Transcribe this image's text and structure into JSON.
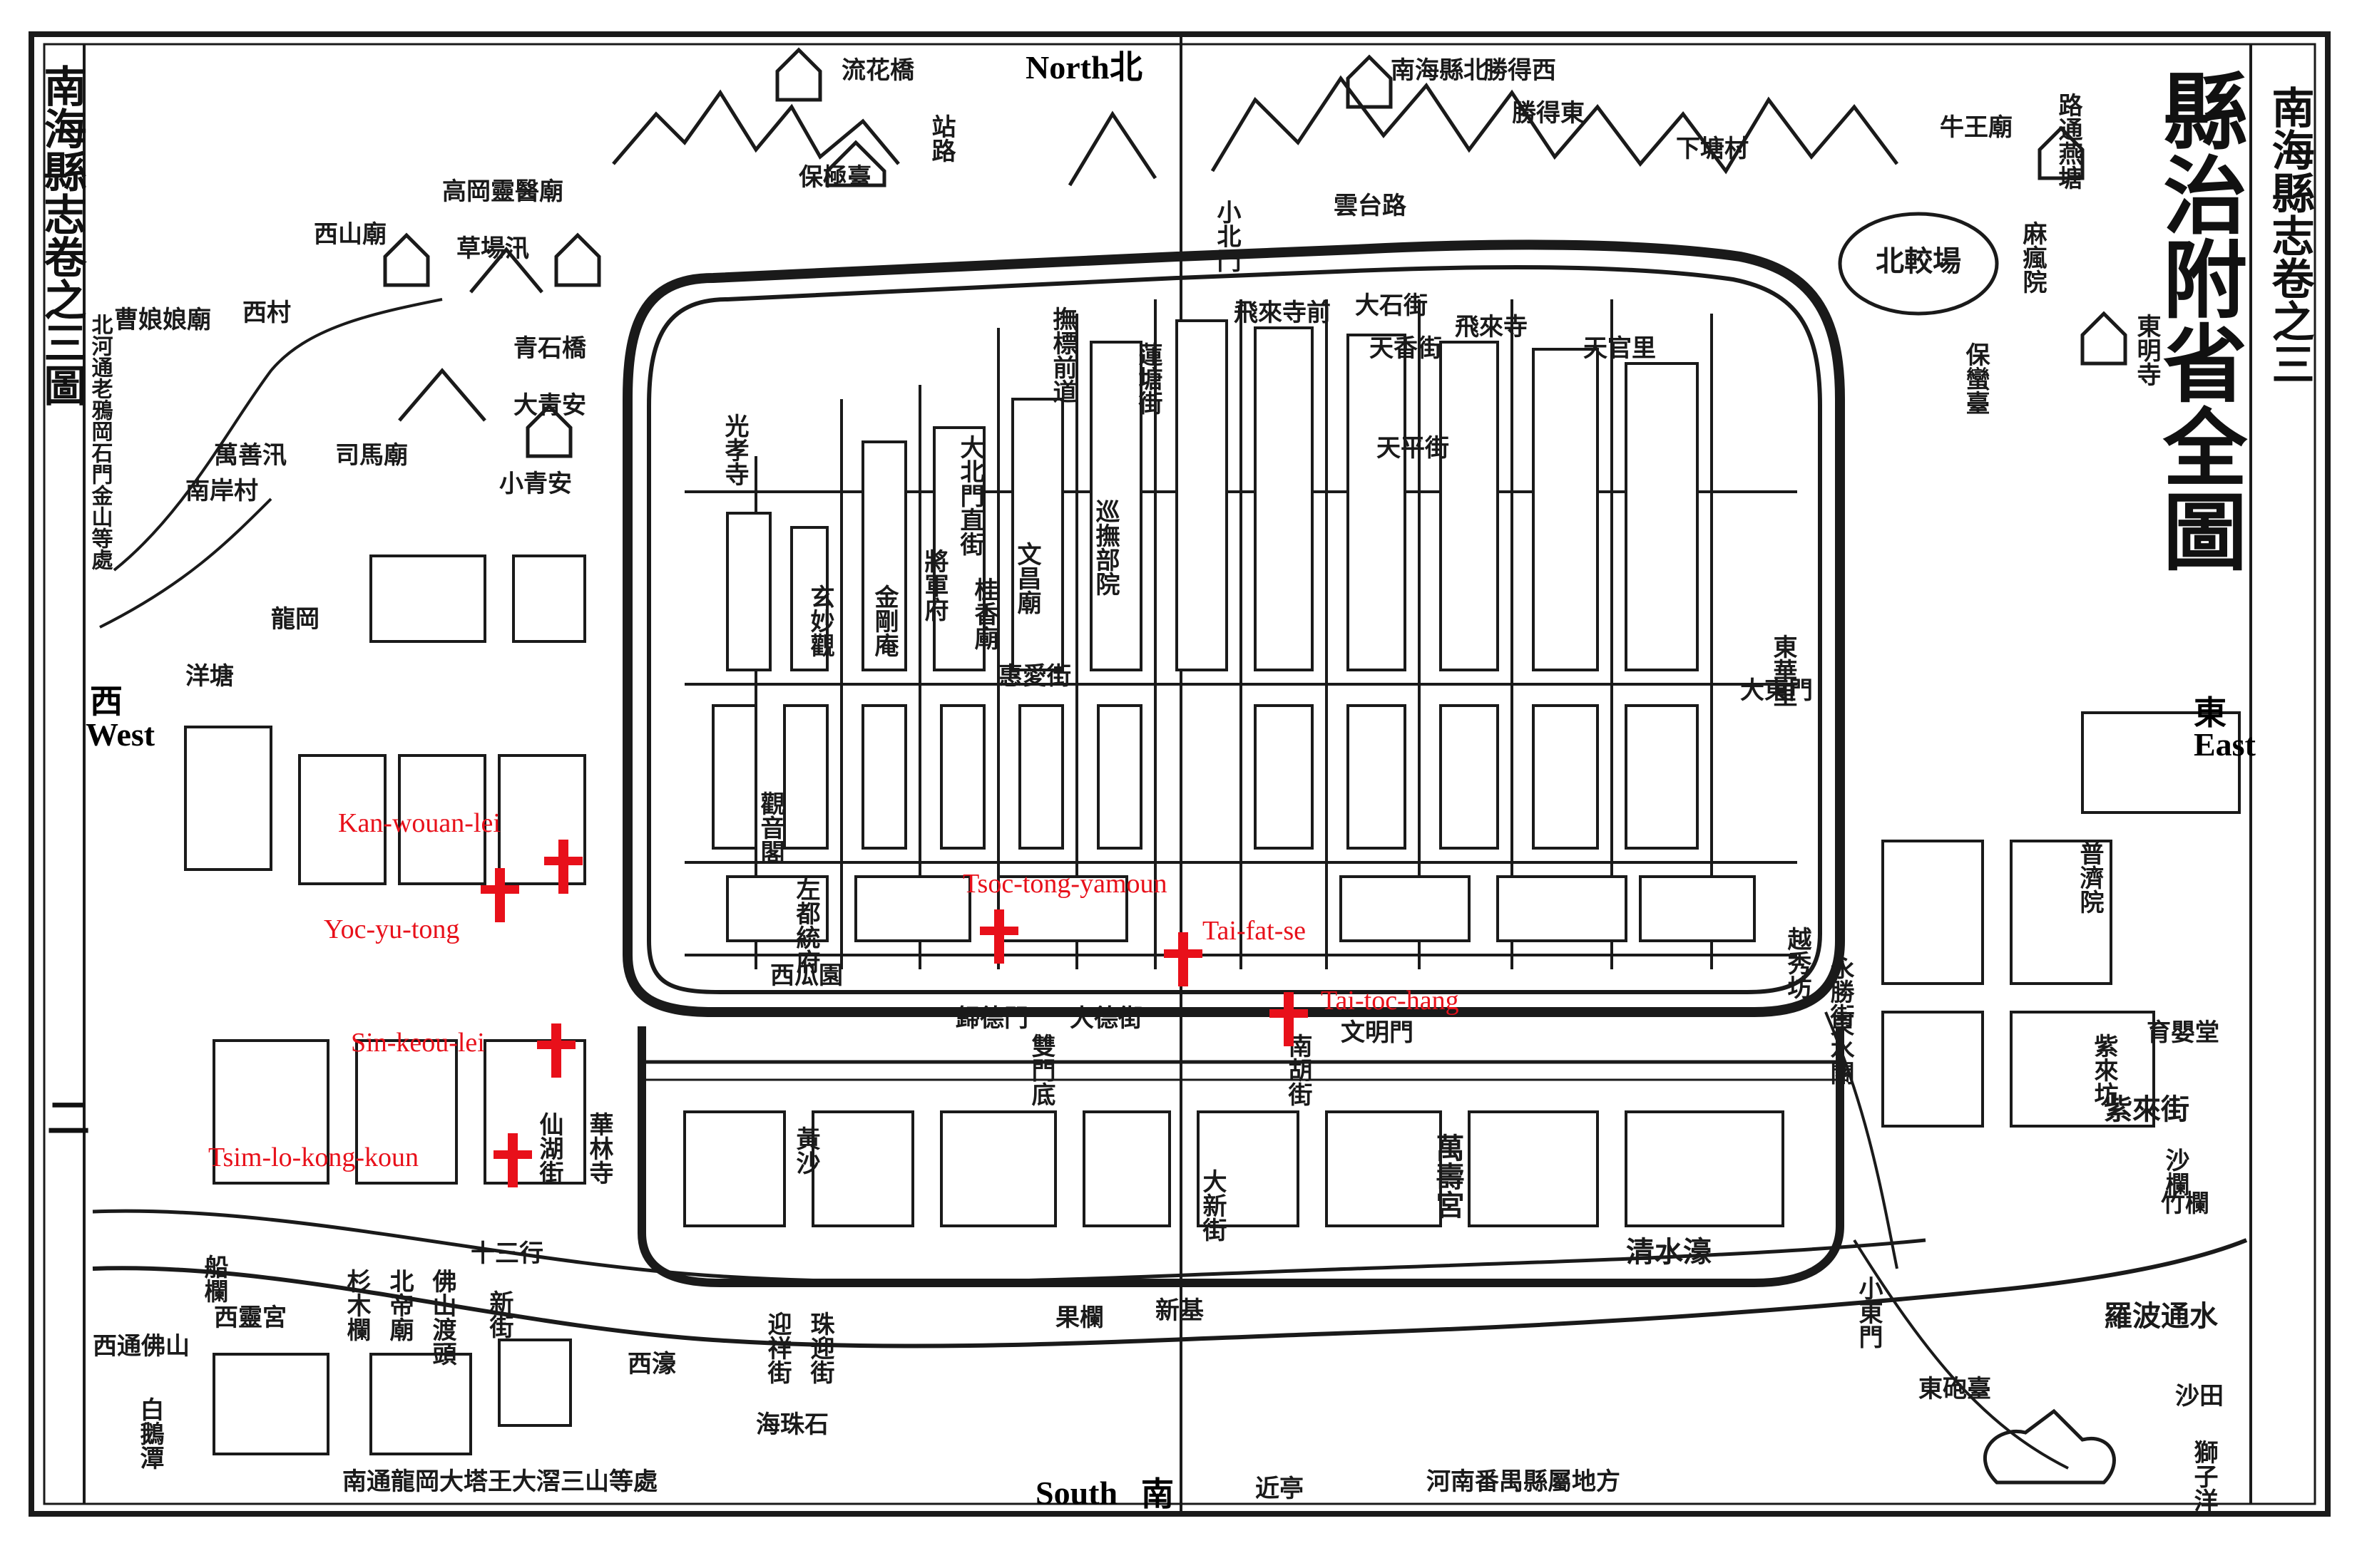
{
  "map": {
    "title": "縣治附省全圖",
    "margin_labels": {
      "left": "南海縣志卷之三圖",
      "right": "南海縣志卷之三",
      "page_number": "二"
    },
    "compass": {
      "north": "North",
      "north_cjk": "北",
      "south": "South",
      "south_cjk": "南",
      "west": "West",
      "west_cjk": "西",
      "east": "East",
      "east_cjk": "東"
    },
    "marker_color": "#e8101a",
    "ink_color": "#1a1a1a",
    "sites": [
      {
        "name": "Kan-wouan-lei",
        "icon": "red-cross-icon"
      },
      {
        "name": "Yoc-yu-tong",
        "icon": "red-cross-icon"
      },
      {
        "name": "Sin-keou-lei",
        "icon": "red-cross-icon"
      },
      {
        "name": "Tsim-lo-kong-koun",
        "icon": "red-cross-icon"
      },
      {
        "name": "Tsoc-tong-yamoun",
        "icon": "red-cross-icon"
      },
      {
        "name": "Tai-fat-se",
        "icon": "red-cross-icon"
      },
      {
        "name": "Tai-toc-hang",
        "icon": "red-cross-icon"
      }
    ],
    "place_labels": [
      "流花橋",
      "保極臺",
      "站路",
      "南海縣北",
      "勝得西",
      "勝得東",
      "牛王廟",
      "路通燕塘",
      "下塘村",
      "北較場",
      "飛來寺",
      "麻瘋院",
      "東明寺",
      "保蠻臺",
      "高岡靈醫廟",
      "西山廟",
      "草場汛",
      "曹娘娘廟",
      "西村",
      "北河通老鴉岡石門金山等處",
      "青石橋",
      "大青安",
      "小青安",
      "司馬廟",
      "萬善汛",
      "南岸村",
      "龍岡",
      "洋塘",
      "蓮塘街",
      "撫標前道",
      "巡撫部院",
      "將軍府",
      "文昌廟",
      "桂香廟",
      "光孝寺",
      "金剛庵",
      "玄妙觀",
      "觀音閣",
      "左都統府",
      "天平街",
      "大北門直街",
      "小北門",
      "雲台路",
      "天官里",
      "天香街",
      "大石街",
      "飛來寺前",
      "萬壽宮",
      "清水濠",
      "大東門",
      "東華里",
      "育嬰堂",
      "普濟院",
      "越秀坊",
      "永勝街",
      "小東門",
      "東水關",
      "紫來坊",
      "紫來街",
      "沙欄",
      "竹欄",
      "羅波通水",
      "東砲臺",
      "沙田",
      "獅子洋",
      "黃沙",
      "西濠",
      "新街",
      "佛山渡頭",
      "北帝廟",
      "杉木欄",
      "船欄",
      "西靈宮",
      "白鵝潭",
      "西通佛山",
      "海珠石",
      "南通龍岡大塔王大滘三山等處",
      "河南番禺縣屬地方",
      "近亭",
      "新基",
      "大新街",
      "果欄",
      "迎祥街",
      "珠迎街",
      "十三行",
      "華林寺",
      "仙湖街",
      "西瓜園",
      "大德街",
      "惠愛街",
      "雙門底",
      "南胡街",
      "歸德門",
      "文明門"
    ]
  }
}
